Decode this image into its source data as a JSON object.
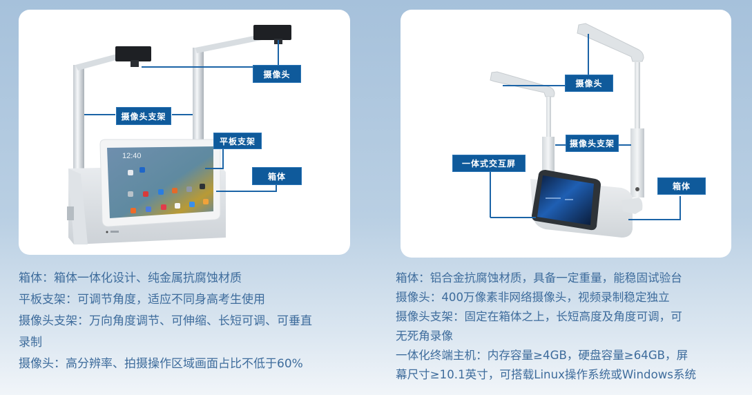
{
  "left_panel": {
    "labels": {
      "camera": "摄像头",
      "camera_stand": "摄像头支架",
      "tablet_stand": "平板支架",
      "box": "箱体"
    },
    "tablet_clock": "12:40"
  },
  "right_panel": {
    "labels": {
      "camera": "摄像头",
      "camera_stand": "摄像头支架",
      "interactive_screen": "一体式交互屏",
      "box": "箱体"
    }
  },
  "left_specs": [
    "箱体：箱体一体化设计、纯金属抗腐蚀材质",
    "平板支架：可调节角度，适应不同身高考生使用",
    "摄像头支架：万向角度调节、可伸缩、长短可调、可垂直",
    "录制",
    "摄像头：高分辨率、拍摄操作区域画面占比不低于60%"
  ],
  "right_specs": [
    "箱体：铝合金抗腐蚀材质，具备一定重量，能稳固试验台",
    "摄像头：400万像素非网络摄像头，视频录制稳定独立",
    "摄像头支架：固定在箱体之上，长短高度及角度可调，可",
    "无死角录像",
    "一体化终端主机：内存容量≥4GB，硬盘容量≥64GB，屏",
    "幕尺寸≥10.1英寸，可搭载Linux操作系统或Windows系统"
  ],
  "colors": {
    "label_bg": "#0f5a9b",
    "spec_text": "#3e6c9c",
    "page_bg_top": "#a6c1db"
  }
}
